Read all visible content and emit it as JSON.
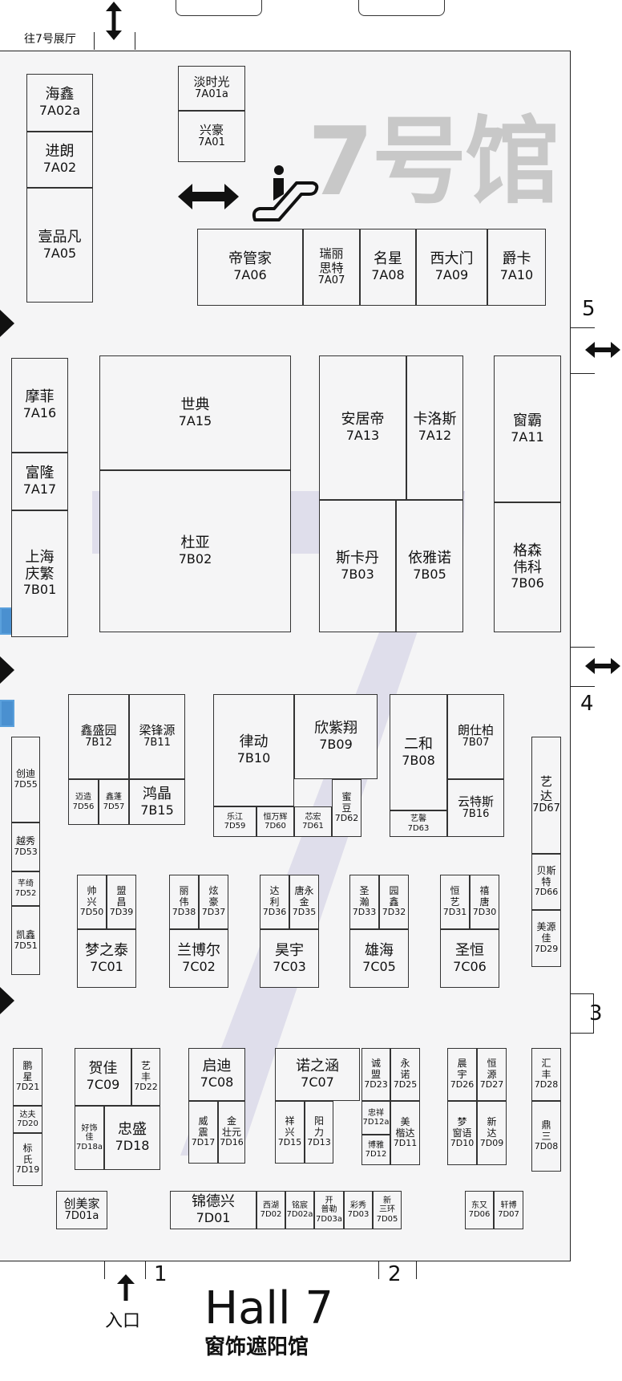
{
  "hall_heading": "7号馆",
  "top_sign": "往7号展厅",
  "entrance_label": "入口",
  "title_en": "Hall 7",
  "title_cn": "窗饰遮阳馆",
  "doors": {
    "d1": "1",
    "d2": "2",
    "d3": "3",
    "d4": "4",
    "d5": "5"
  },
  "booths": [
    {
      "name": "海鑫",
      "code": "7A02a"
    },
    {
      "name": "进朗",
      "code": "7A02"
    },
    {
      "name": "壹品凡",
      "code": "7A05"
    },
    {
      "name": "淡时光",
      "code": "7A01a"
    },
    {
      "name": "兴豪",
      "code": "7A01"
    },
    {
      "name": "帝管家",
      "code": "7A06"
    },
    {
      "name": "瑞丽\n思特",
      "code": "7A07"
    },
    {
      "name": "名星",
      "code": "7A08"
    },
    {
      "name": "西大门",
      "code": "7A09"
    },
    {
      "name": "爵卡",
      "code": "7A10"
    },
    {
      "name": "摩菲",
      "code": "7A16"
    },
    {
      "name": "富隆",
      "code": "7A17"
    },
    {
      "name": "上海\n庆繁",
      "code": "7B01"
    },
    {
      "name": "世典",
      "code": "7A15"
    },
    {
      "name": "杜亚",
      "code": "7B02"
    },
    {
      "name": "安居帝",
      "code": "7A13"
    },
    {
      "name": "卡洛斯",
      "code": "7A12"
    },
    {
      "name": "窗霸",
      "code": "7A11"
    },
    {
      "name": "斯卡丹",
      "code": "7B03"
    },
    {
      "name": "依雅诺",
      "code": "7B05"
    },
    {
      "name": "格森\n伟科",
      "code": "7B06"
    },
    {
      "name": "鑫盛园",
      "code": "7B12"
    },
    {
      "name": "梁锋源",
      "code": "7B11"
    },
    {
      "name": "迈造",
      "code": "7D56"
    },
    {
      "name": "鑫蓬",
      "code": "7D57"
    },
    {
      "name": "鸿晶",
      "code": "7B15"
    },
    {
      "name": "律动",
      "code": "7B10"
    },
    {
      "name": "欣紫翔",
      "code": "7B09"
    },
    {
      "name": "乐江",
      "code": "7D59"
    },
    {
      "name": "恒万辉",
      "code": "7D60"
    },
    {
      "name": "芯宏",
      "code": "7D61"
    },
    {
      "name": "蜜\n豆",
      "code": "7D62"
    },
    {
      "name": "二和",
      "code": "7B08"
    },
    {
      "name": "朗仕柏",
      "code": "7B07"
    },
    {
      "name": "艺馨",
      "code": "7D63"
    },
    {
      "name": "云特斯",
      "code": "7B16"
    },
    {
      "name": "创迪",
      "code": "7D55"
    },
    {
      "name": "越秀",
      "code": "7D53"
    },
    {
      "name": "芊绮",
      "code": "7D52"
    },
    {
      "name": "凯鑫",
      "code": "7D51"
    },
    {
      "name": "艺\n达",
      "code": "7D67"
    },
    {
      "name": "贝斯\n特",
      "code": "7D66"
    },
    {
      "name": "美源\n佳",
      "code": "7D29"
    },
    {
      "name": "帅\n兴",
      "code": "7D50"
    },
    {
      "name": "盟\n昌",
      "code": "7D39"
    },
    {
      "name": "梦之泰",
      "code": "7C01"
    },
    {
      "name": "丽\n伟",
      "code": "7D38"
    },
    {
      "name": "炫\n豪",
      "code": "7D37"
    },
    {
      "name": "兰博尔",
      "code": "7C02"
    },
    {
      "name": "达\n利",
      "code": "7D36"
    },
    {
      "name": "唐永\n金",
      "code": "7D35"
    },
    {
      "name": "昊宇",
      "code": "7C03"
    },
    {
      "name": "圣\n瀚",
      "code": "7D33"
    },
    {
      "name": "园\n鑫",
      "code": "7D32"
    },
    {
      "name": "雄海",
      "code": "7C05"
    },
    {
      "name": "恒\n艺",
      "code": "7D31"
    },
    {
      "name": "禧\n唐",
      "code": "7D30"
    },
    {
      "name": "圣恒",
      "code": "7C06"
    },
    {
      "name": "鹏\n星",
      "code": "7D21"
    },
    {
      "name": "达夫",
      "code": "7D20"
    },
    {
      "name": "标\n氏",
      "code": "7D19"
    },
    {
      "name": "贺佳",
      "code": "7C09"
    },
    {
      "name": "艺\n丰",
      "code": "7D22"
    },
    {
      "name": "好饰\n佳",
      "code": "7D18a"
    },
    {
      "name": "忠盛",
      "code": "7D18"
    },
    {
      "name": "启迪",
      "code": "7C08"
    },
    {
      "name": "威\n震",
      "code": "7D17"
    },
    {
      "name": "金\n壮元",
      "code": "7D16"
    },
    {
      "name": "诺之涵",
      "code": "7C07"
    },
    {
      "name": "祥\n兴",
      "code": "7D15"
    },
    {
      "name": "阳\n力",
      "code": "7D13"
    },
    {
      "name": "诚\n盟",
      "code": "7D23"
    },
    {
      "name": "永\n诺",
      "code": "7D25"
    },
    {
      "name": "忠祥",
      "code": "7D12a"
    },
    {
      "name": "博雅",
      "code": "7D12"
    },
    {
      "name": "美\n楷达",
      "code": "7D11"
    },
    {
      "name": "晨\n宇",
      "code": "7D26"
    },
    {
      "name": "恒\n源",
      "code": "7D27"
    },
    {
      "name": "梦\n窗语",
      "code": "7D10"
    },
    {
      "name": "新\n达",
      "code": "7D09"
    },
    {
      "name": "汇\n丰",
      "code": "7D28"
    },
    {
      "name": "鼎\n三",
      "code": "7D08"
    },
    {
      "name": "创美家",
      "code": "7D01a"
    },
    {
      "name": "锦德兴",
      "code": "7D01"
    },
    {
      "name": "西湖",
      "code": "7D02"
    },
    {
      "name": "铭宸",
      "code": "7D02a"
    },
    {
      "name": "开\n普勒",
      "code": "7D03a"
    },
    {
      "name": "彩秀",
      "code": "7D03"
    },
    {
      "name": "新\n三环",
      "code": "7D05"
    },
    {
      "name": "东又",
      "code": "7D06"
    },
    {
      "name": "轩博",
      "code": "7D07"
    }
  ]
}
